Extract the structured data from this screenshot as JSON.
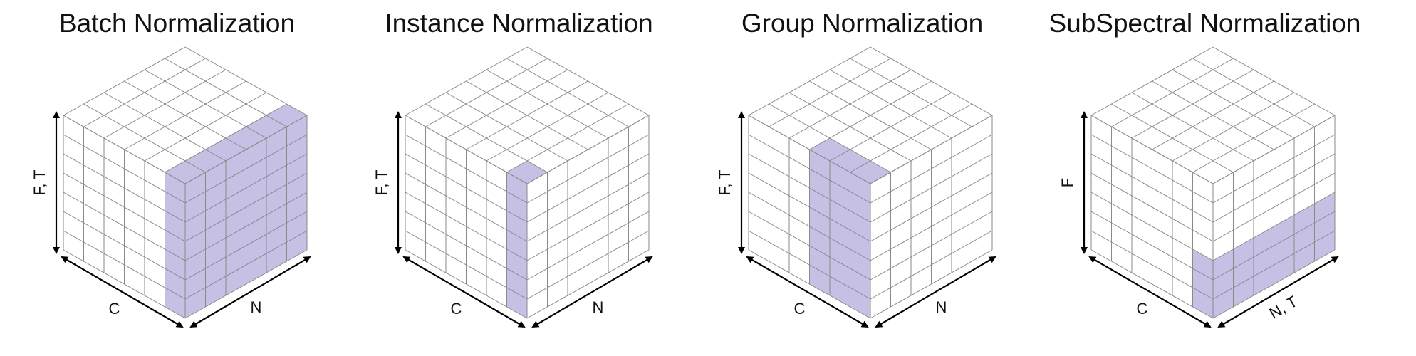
{
  "colors": {
    "highlight": "#c6c0e5",
    "grid": "#8a8a8a",
    "axis": "#000000"
  },
  "panels": [
    {
      "title": "Batch Normalization",
      "axes": {
        "vertical": "F, T",
        "left": "C",
        "right": "N"
      },
      "highlight": "batch"
    },
    {
      "title": "Instance Normalization",
      "axes": {
        "vertical": "F, T",
        "left": "C",
        "right": "N"
      },
      "highlight": "instance"
    },
    {
      "title": "Group Normalization",
      "axes": {
        "vertical": "F, T",
        "left": "C",
        "right": "N"
      },
      "highlight": "group"
    },
    {
      "title": "SubSpectral Normalization",
      "axes": {
        "vertical": "F",
        "left": "C",
        "right": "N, T"
      },
      "highlight": "subspectral"
    }
  ]
}
